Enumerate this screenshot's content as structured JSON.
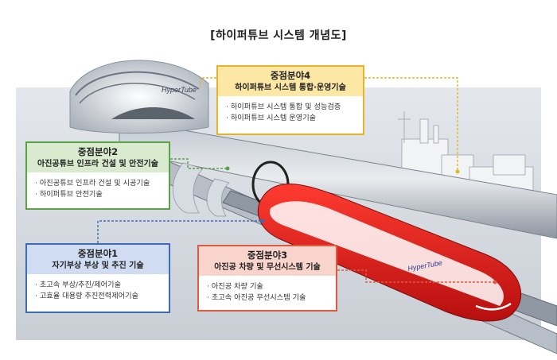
{
  "title": "[하이퍼튜브 시스템 개념도]",
  "vehicle_logo": "HyperTube",
  "station_logo": "HyperTube",
  "areas": [
    {
      "heading": "중점분야1",
      "subheading": "자기부상 부상 및 추진 기술",
      "items": [
        "· 초고속 부상/추진/제어기술",
        "· 고효율 대용량 추진전력제어기술"
      ],
      "color": "#3e6cb4"
    },
    {
      "heading": "중점분야2",
      "subheading": "아진공튜브 인프라 건설 및 안전기술",
      "items": [
        "· 아진공튜브 인프라 건설 및 시공기술",
        "· 하이퍼튜브 안전기술"
      ],
      "color": "#5aa246"
    },
    {
      "heading": "중점분야3",
      "subheading": "아진공 차량 및 무선시스템 기술",
      "items": [
        "· 아진공 차량 기술",
        "· 초고속 아진공 무선시스템 기술"
      ],
      "color": "#e05a42"
    },
    {
      "heading": "중점분야4",
      "subheading": "하이퍼튜브 시스템 통합·운영기술",
      "items": [
        "· 하이퍼튜브 시스템 통합 및 성능검증",
        "· 하이퍼튜브 시스템 운영기술"
      ],
      "color": "#e4b52a"
    }
  ]
}
